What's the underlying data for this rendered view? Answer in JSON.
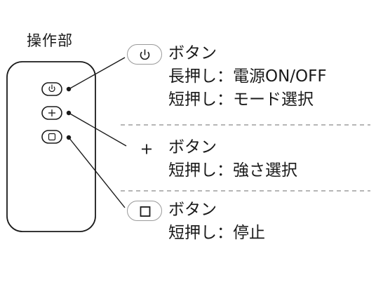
{
  "title": "操作部",
  "items": [
    {
      "icon": "power-icon",
      "button_label": "ボタン",
      "lines": [
        "長押し：電源ON/OFF",
        "短押し：モード選択"
      ]
    },
    {
      "icon": "plus-icon",
      "button_label": "ボタン",
      "lines": [
        "短押し：強さ選択"
      ]
    },
    {
      "icon": "square-stop-icon",
      "button_label": "ボタン",
      "lines": [
        "短押し：停止"
      ]
    }
  ]
}
